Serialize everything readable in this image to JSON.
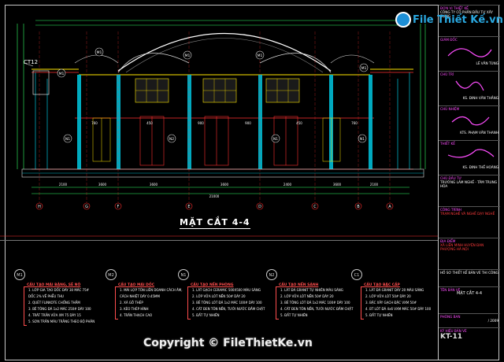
{
  "logo": {
    "text": "File Thiết Kế.vn"
  },
  "callout": {
    "ct12": "CT12"
  },
  "section_title": "MẶT CẮT 4-4",
  "watermark": "Copyright © FileThietKe.vn",
  "dimensions": {
    "bottom": [
      "2100",
      "3600",
      "3600",
      "3600",
      "2400",
      "3600",
      "2100"
    ],
    "total": "21000",
    "top": [
      "760",
      "450",
      "900",
      "900",
      "450",
      "760"
    ]
  },
  "grid_axes": [
    "H",
    "G",
    "F",
    "E",
    "D",
    "C",
    "B",
    "A"
  ],
  "bubbles": {
    "top": [
      "M1",
      "M1",
      "M1",
      "M1",
      "M1"
    ],
    "mid": [
      "N1",
      "N2",
      "N1",
      "N1"
    ]
  },
  "specs": [
    {
      "tag": "M1",
      "head": "CẤU TẠO MÁI BẰNG, SÊ NÔ",
      "lines": [
        "1. LỚP GIA TẠO DỐC DÀY 30 MÁC 75#",
        "   DỐC 2% VỀ PHỄU THU",
        "2. QUÉT FLINKOTE CHỐNG THẤM",
        "3. BÊ TÔNG ĐÁ 1x2 MÁC 250# DÀY 100",
        "4. TRÁT TRẦN VỮA XM 75 DÀY 15",
        "5. SƠN TRẦN MÀU TRẮNG THEO BỘ PHÂN"
      ]
    },
    {
      "tag": "M2",
      "head": "CẤU TẠO MÁI DỐC",
      "lines": [
        "1. MÁI LỢP TÔN LIÊN DOANH CÁCH ÂM,",
        "   CÁCH NHIỆT DÀY 0.45MM",
        "2. XÀ GỒ THÉP",
        "3. KÈO THÉP HÌNH",
        "4. TRẦN THẠCH CAO"
      ]
    },
    {
      "tag": "N1",
      "head": "CẤU TẠO NỀN PHÒNG",
      "lines": [
        "1. LÁT GẠCH CERAMIC 500X500 MÀU SÁNG",
        "2. LỚP VỮA LÓT NỀN 50# DÀY 20",
        "3. BÊ TÔNG LÓT ĐÁ 1x2 MÁC 100# DÀY 100",
        "4. CÁT ĐEN TÔN NỀN, TƯỚI NƯỚC ĐẦM CHẶT",
        "5. ĐẤT TỰ NHIÊN"
      ]
    },
    {
      "tag": "N2",
      "head": "CẤU TẠO NỀN SẢNH",
      "lines": [
        "1. LÁT ĐÁ GRANIT TỰ NHIÊN MÀU SÁNG",
        "2. LỚP VỮA LÓT NỀN 50# DÀY 20",
        "3. BÊ TÔNG LÓT ĐÁ 1x2 MÁC 100# DÀY 100",
        "4. CÁT ĐEN TÔN NỀN, TƯỚI NƯỚC ĐẦM CHẶT",
        "5. ĐẤT TỰ NHIÊN"
      ]
    },
    {
      "tag": "C1",
      "head": "CẤU TẠO BẬC CẤP",
      "lines": [
        "1. LÁT ĐÁ GRANIT DÀY 20 MÀU SÁNG",
        "2. LỚP VỮA LÓT 50# DÀY 20",
        "3. BẬC XÂY GẠCH ĐẶC VXM 50#",
        "4. BT LÓT ĐÁ 4x6 VXM MÁC 50# DÀY 100",
        "5. ĐẤT TỰ NHIÊN"
      ]
    }
  ],
  "title_block": {
    "r1_lbl": "ĐƠN VỊ THIẾT KẾ",
    "r1_txt": "CÔNG TY CỔ PHẦN ĐẦU TƯ XÂY DỰNG",
    "r2_lbl": "GIÁM ĐỐC",
    "r2_txt": "LÊ VĂN TÙNG",
    "r3_lbl": "CHỦ TRÌ",
    "r3_txt": "KS. ĐINH VĂN THẮNG",
    "r4_lbl": "CHỦ NHIỆM",
    "r4_txt": "KTS. PHẠM VĂN THANH",
    "r5_lbl": "THIẾT KẾ",
    "r5_txt": "KS. ĐINH THẾ HOÀNG",
    "r6_lbl": "CHỦ ĐẦU TƯ",
    "r6_txt": "TRƯỜNG LÀM NGHỀ - TÂM TRUNG HÒA",
    "r7_lbl": "CÔNG TRÌNH",
    "r7_txt": "TRẠM NGHỀ VÀ NGHỀ DẠY NGHỀ",
    "r8_lbl": "ĐỊA ĐIỂM",
    "r8_txt": "XÃ LIÊN MINH HUYỆN ĐAN PHƯỢNG HÀ NỘI",
    "r9_txt": "HỒ SƠ THIẾT KẾ BẢN VẼ THI CÔNG",
    "r10_lbl": "TÊN BẢN VẼ",
    "r10_txt": "MẶT CẮT 4-4",
    "r11_lbl": "PHÒNG BAN",
    "r11_txt": "/ 2009",
    "r12_lbl": "KÝ HIỆU BẢN VẼ",
    "r12_txt": "KT-11"
  },
  "colors": {
    "bg": "#000000",
    "cyan": "#00e5ff",
    "yellow": "#ffe600",
    "magenta": "#ff33ff",
    "red": "#ff3030",
    "green": "#33ff66"
  }
}
